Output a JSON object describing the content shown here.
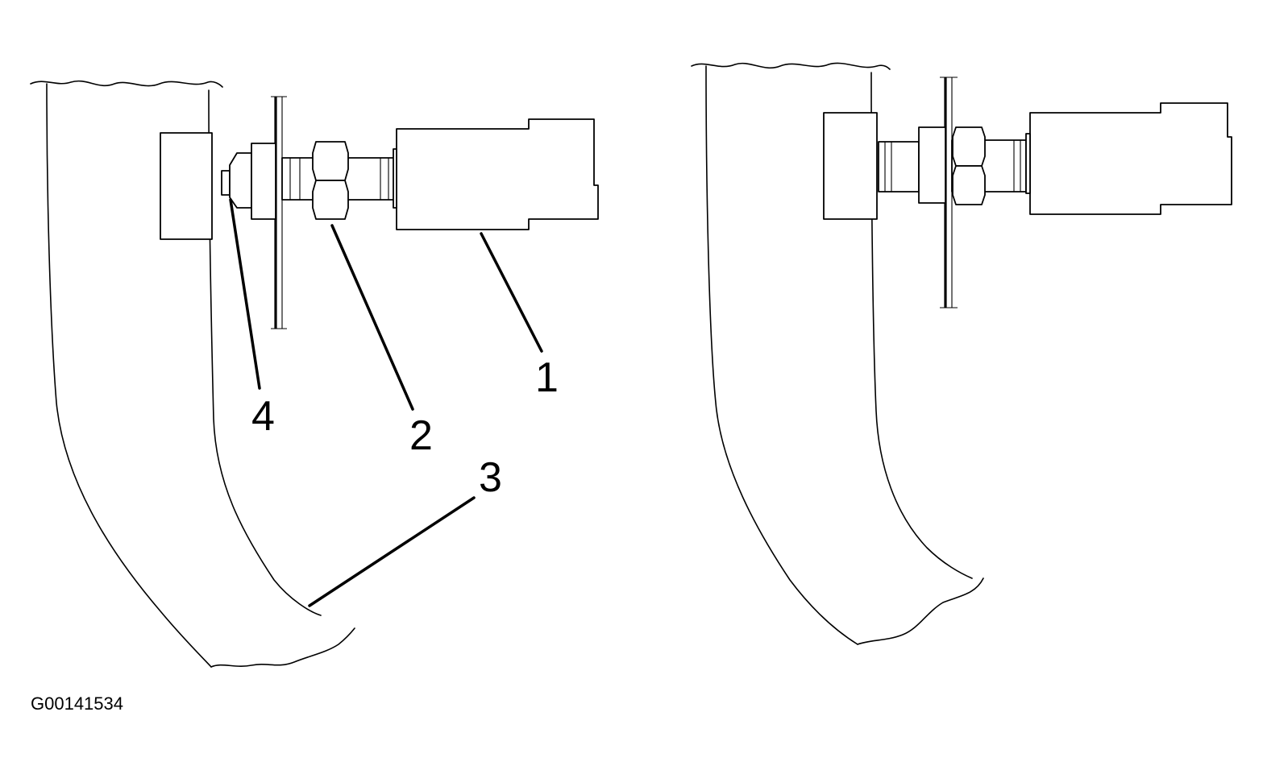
{
  "figure_id": "G00141534",
  "callouts": {
    "c1": "1",
    "c2": "2",
    "c3": "3",
    "c4": "4"
  }
}
